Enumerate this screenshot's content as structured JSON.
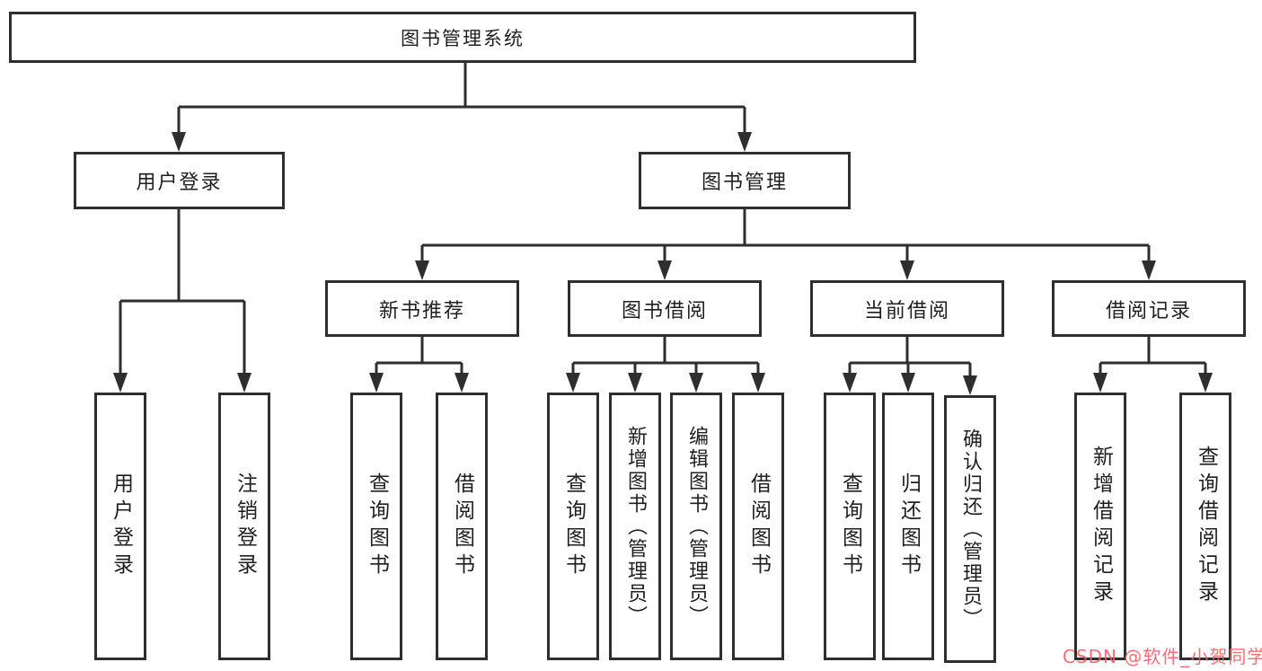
{
  "diagram": {
    "root": {
      "label": "图书管理系统"
    },
    "level2": [
      {
        "label": "用户登录"
      },
      {
        "label": "图书管理"
      }
    ],
    "level3": [
      {
        "label": "新书推荐"
      },
      {
        "label": "图书借阅"
      },
      {
        "label": "当前借阅"
      },
      {
        "label": "借阅记录"
      }
    ],
    "leaves": {
      "user_login": [
        "用户登录",
        "注销登录"
      ],
      "new_book_recommend": [
        "查询图书",
        "借阅图书"
      ],
      "book_borrow": [
        "查询图书",
        "新增图书（管理员）",
        "编辑图书（管理员）",
        "借阅图书"
      ],
      "current_borrow": [
        "查询图书",
        "归还图书",
        "确认归还（管理员）"
      ],
      "borrow_record": [
        "新增借阅记录",
        "查询借阅记录"
      ]
    }
  },
  "watermark": {
    "text": "CSDN @软件_小贺同学",
    "color": "#fa5a62"
  },
  "colors": {
    "line": "#2e2e2e",
    "box_border": "#2e2e2e",
    "text": "#1f1f1f",
    "background": "#ffffff"
  }
}
